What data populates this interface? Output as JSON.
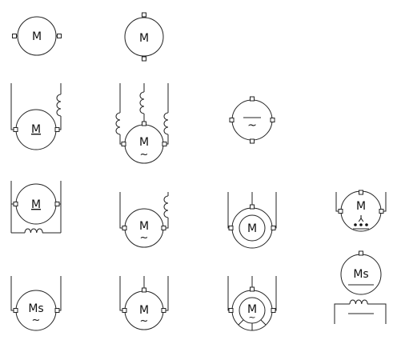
{
  "symbols": {
    "s1": {
      "main": "M"
    },
    "s2": {
      "main": "M"
    },
    "s3": {
      "main": "M"
    },
    "s4": {
      "main": "M",
      "sub": "~"
    },
    "s5": {
      "main": "~"
    },
    "s6": {
      "main": "M"
    },
    "s7": {
      "main": "M",
      "sub": "~"
    },
    "s8": {
      "main": "M"
    },
    "s9": {
      "main": "M",
      "sub": "⅄"
    },
    "s10": {
      "main": "Ms"
    },
    "s11": {
      "main": "Ms",
      "sub": "~"
    },
    "s12": {
      "main": "M",
      "sub": "~"
    },
    "s13": {
      "main": "M",
      "sub": "~"
    }
  }
}
